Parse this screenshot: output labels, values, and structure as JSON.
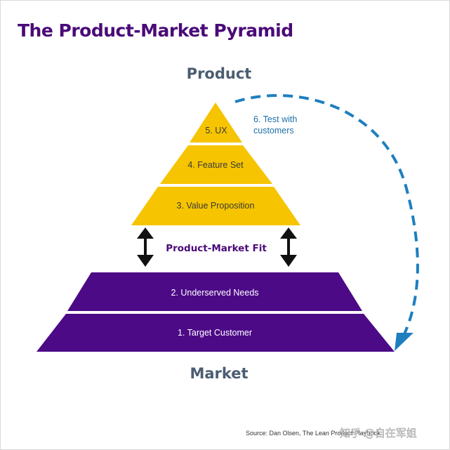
{
  "title": "The Product-Market Pyramid",
  "labels": {
    "product": "Product",
    "market": "Market",
    "fit": "Product-Market Fit",
    "test_line1": "6. Test with",
    "test_line2": "customers"
  },
  "layers": {
    "ux": "5. UX",
    "feature_set": "4. Feature Set",
    "value_prop": "3. Value Proposition",
    "underserved": "2. Underserved Needs",
    "target": "1. Target Customer"
  },
  "source": "Source: Dan Olsen, The Lean Product Playbook",
  "watermark": "知乎 @自在军姐",
  "colors": {
    "title": "#4a0a78",
    "yellow": "#f6c400",
    "purple": "#4d0a87",
    "slate": "#4b5d72",
    "blue": "#1e7fbf",
    "fit": "#4a0a78"
  }
}
